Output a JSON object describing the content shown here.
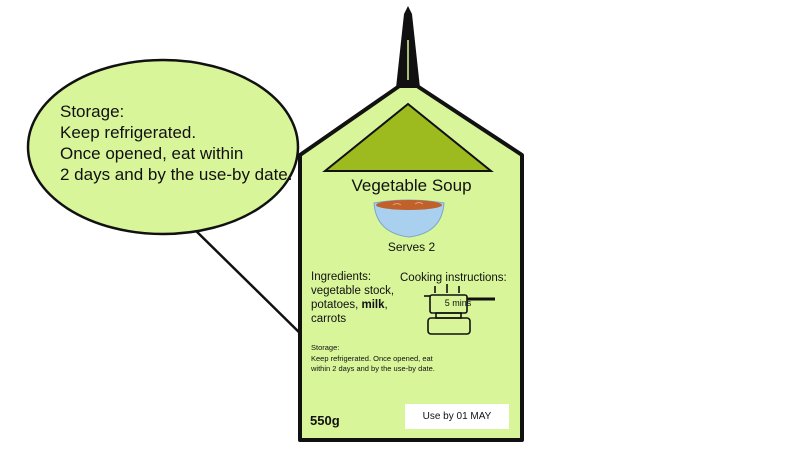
{
  "callout": {
    "heading": "Storage:",
    "lines": [
      "Keep refrigerated.",
      "Once opened, eat within",
      "2 days and by the use-by date."
    ]
  },
  "carton": {
    "product_name": "Vegetable Soup",
    "serves": "Serves 2",
    "ingredients_heading": "Ingredients:",
    "ingredients_lines": [
      "vegetable stock,",
      "potatoes, ",
      "milk",
      ",",
      "carrots"
    ],
    "cooking_heading": "Cooking instructions:",
    "cook_time": "5 mins",
    "storage_heading": "Storage:",
    "storage_lines": [
      "Keep refrigerated. Once opened, eat",
      "within 2 days and by the use-by date."
    ],
    "weight": "550g",
    "use_by": "Use by 01 MAY"
  },
  "colors": {
    "carton_fill": "#d8f59a",
    "roof_triangle": "#9dba1f",
    "callout_fill": "#d8f59a",
    "outline": "#111111",
    "bowl": "#a9d0ee",
    "soup": "#c0602a"
  },
  "icons": [
    "soup-bowl-icon",
    "saucepan-on-hob-icon"
  ]
}
